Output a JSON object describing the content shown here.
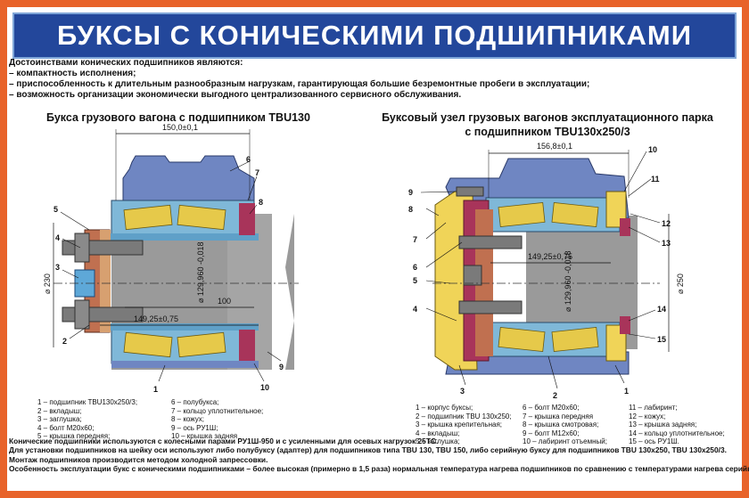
{
  "title": "БУКСЫ С КОНИЧЕСКИМИ ПОДШИПНИКАМИ",
  "intro": [
    "Достоинствами конических подшипников являются:",
    "– компактность исполнения;",
    "– приспособленность к длительным разнообразным нагрузкам, гарантирующая большие безремонтные пробеги в эксплуатации;",
    "– возможность организации экономически выгодного централизованного сервисного обслуживания."
  ],
  "left": {
    "subtitle": "Букса грузового вагона с подшипником TBU130",
    "dims": {
      "top": "150,0±0,1",
      "bottom": "149,25±0,75",
      "bore": "⌀ 129,960 -0,018",
      "len": "100",
      "outer": "⌀ 230"
    },
    "callouts": [
      "1",
      "2",
      "3",
      "4",
      "5",
      "6",
      "7",
      "8",
      "9",
      "10"
    ],
    "legend_col1": [
      "1 – подшипник TBU130x250/3;",
      "2 – вкладыш;",
      "3 – заглушка;",
      "4 – болт М20х60;",
      "5 – крышка передняя;"
    ],
    "legend_col2": [
      "6 – полубукса;",
      "7 – кольцо уплотнительное;",
      "8 – кожух;",
      "9 – ось РУ1Ш;",
      "10 – крышка задняя"
    ]
  },
  "right": {
    "subtitle_line1": "Буксовый узел грузовых вагонов эксплуатационного парка",
    "subtitle_line2": "с подшипником TBU130x250/3",
    "dims": {
      "top": "156,8±0,1",
      "mid": "149,25±0,75",
      "bore": "⌀ 129,960 -0,018",
      "outer": "⌀ 250"
    },
    "callouts": [
      "1",
      "2",
      "3",
      "4",
      "5",
      "6",
      "7",
      "8",
      "9",
      "10",
      "11",
      "12",
      "13",
      "14",
      "15"
    ],
    "legend_col1": [
      "1 – корпус буксы;",
      "2 – подшипник TBU 130x250;",
      "3 – крышка крепительная;",
      "4 – вкладыш;",
      "5 – заглушка;"
    ],
    "legend_col2": [
      "6 – болт М20х60;",
      "7 – крышка передняя",
      "8 – крышка смотровая;",
      "9 – болт М12х60;",
      "10 – лабиринт отъемный;"
    ],
    "legend_col3": [
      "11 – лабиринт;",
      "12 – кожух;",
      "13 – крышка задняя;",
      "14 – кольцо уплотнительное;",
      "15 – ось РУ1Ш."
    ]
  },
  "footer": [
    "Конические подшипники используются с колесными парами РУ1Ш-950 и с усиленными для осевых нагрузок 25ТС.",
    "Для установки подшипников на шейку оси используют либо полубуксу (адаптер) для подшипников типа TBU 130, TBU 150, либо серийную буксу для подшипников TBU 130x250, TBU 130x250/3.",
    "Монтаж подшипников производится методом холодной запрессовки.",
    "Особенность эксплуатации букс с коническими подшипниками – более высокая (примерно в 1,5 раза) нормальная температура нагрева подшипников по сравнению с температурами нагрева серийных букс."
  ],
  "colors": {
    "frame": "#e8632a",
    "title_bg": "#23479b",
    "housing": "#6f86c2",
    "bearing_ring": "#7fb8d8",
    "roller": "#e6c94a",
    "shaft": "#9a9a9a",
    "seal": "#a8345a",
    "bolt": "#7a7a7a",
    "cap": "#f0d458"
  }
}
